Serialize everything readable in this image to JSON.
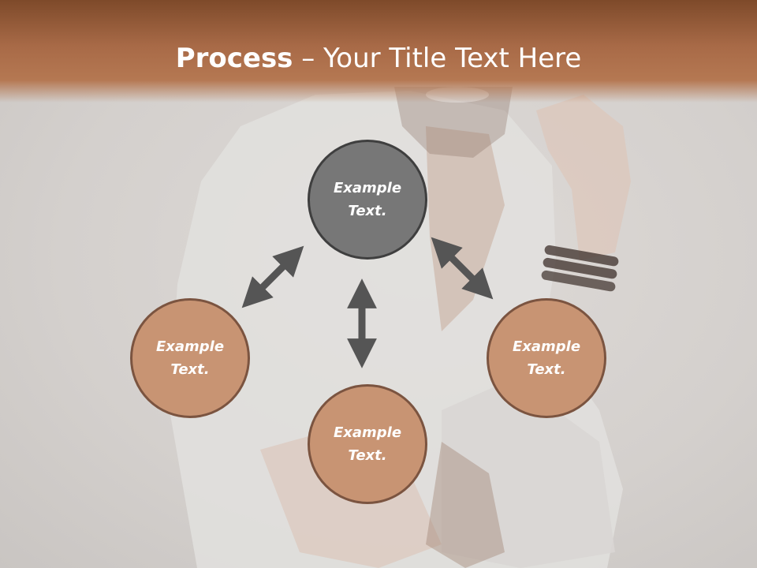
{
  "header": {
    "title_bold": "Process",
    "title_rest": " – Your Title Text Here"
  },
  "nodes": {
    "top": "Example Text.",
    "left": "Example Text.",
    "right": "Example Text.",
    "bottom": "Example Text."
  },
  "colors": {
    "header_brown": "#a86a47",
    "node_gray": "#777777",
    "node_tan": "#c89473",
    "arrow_gray": "#555555"
  }
}
